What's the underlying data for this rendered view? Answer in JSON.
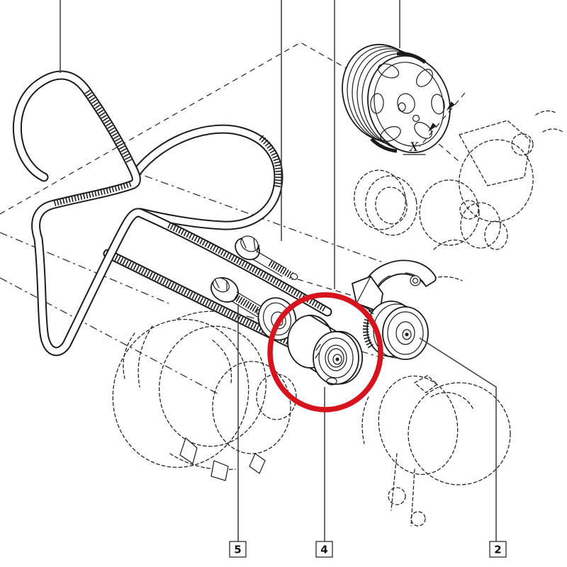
{
  "diagram": {
    "kind": "exploded-parts-diagram",
    "subject": "accessory-drive-belt-and-tensioner",
    "background_color": "#ffffff",
    "line_color": "#1c1c1c",
    "ghost_line_color": "#242424",
    "highlight_color": "#d6141e",
    "axis_marker": {
      "label": "X"
    },
    "callouts": [
      {
        "id": "5",
        "points_to": "idler-pulley-bolt"
      },
      {
        "id": "4",
        "points_to": "idler-pulley"
      },
      {
        "id": "2",
        "points_to": "belt-tensioner"
      }
    ],
    "highlighted_part": "idler-pulley"
  }
}
